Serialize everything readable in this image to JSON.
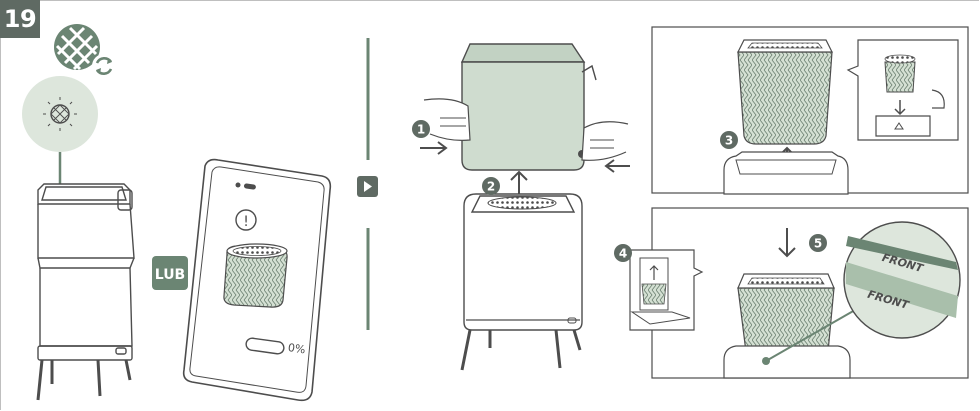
{
  "step": {
    "number": "19"
  },
  "labels": {
    "lub_badge": "LUB",
    "filter_level": "0%",
    "alert_symbol": "!",
    "front_label_top": "FRONT",
    "front_label_bottom": "FRONT"
  },
  "callouts": [
    "1",
    "2",
    "3",
    "4",
    "5"
  ],
  "icons": {
    "filter_replace": "filter-replace-icon",
    "next_step": "play-arrow-icon",
    "recycle": "recycle-icon"
  },
  "colors": {
    "brand_green": "#6b8573",
    "filter_green": "#cfdccf",
    "light_green": "#dde6dc",
    "dark_grey": "#5f6a63",
    "line": "#4d4d4d"
  }
}
